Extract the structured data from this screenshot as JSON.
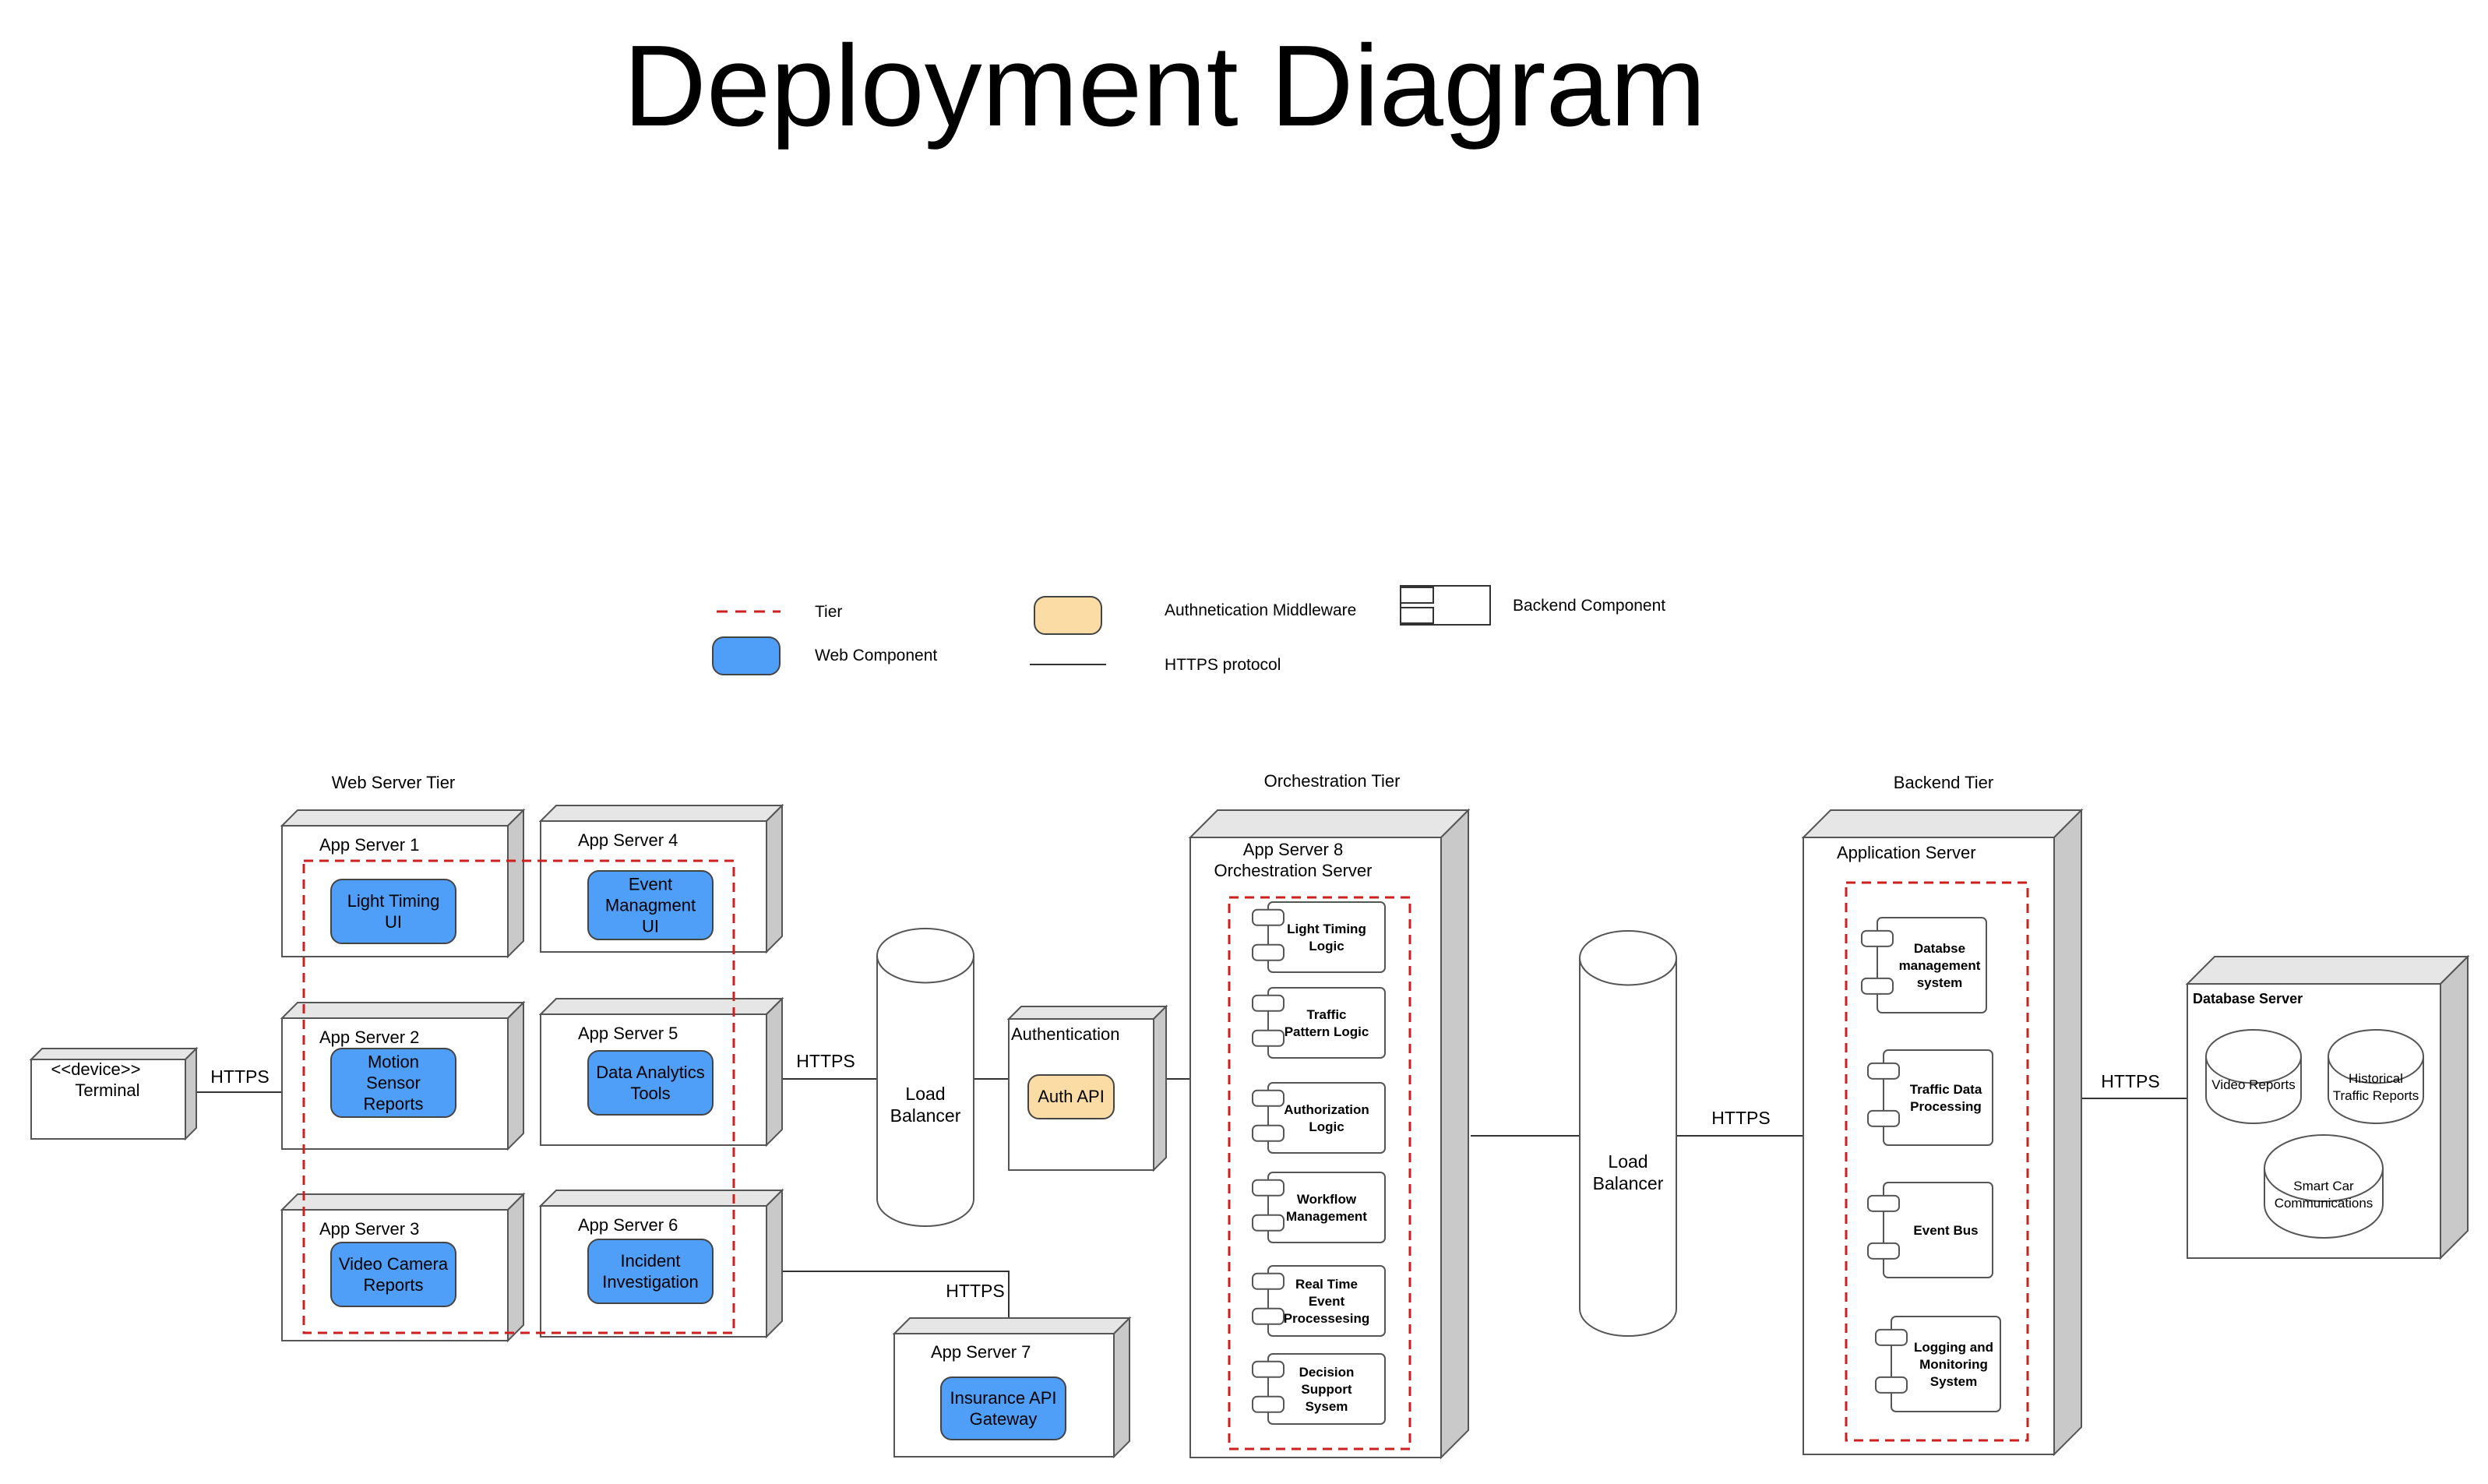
{
  "title": "Deployment Diagram",
  "colors": {
    "web_component": "#4f9ef8",
    "auth_component": "#fcdca5",
    "tier_border": "#cc1f1f",
    "node_side": "#c9c9c9",
    "node_top": "#e6e6e6",
    "line": "#333333"
  },
  "legend": {
    "tier": "Tier",
    "web_component": "Web Component",
    "auth_middleware": "Authnetication Middleware",
    "https_protocol": "HTTPS protocol",
    "backend_component": "Backend Component"
  },
  "tiers": {
    "web": "Web Server Tier",
    "orchestration": "Orchestration Tier",
    "backend": "Backend Tier"
  },
  "terminal": {
    "stereotype": "<<device>>",
    "name": "Terminal"
  },
  "app_servers": {
    "s1": {
      "name": "App Server 1",
      "component": [
        "Light Timing",
        "UI"
      ]
    },
    "s2": {
      "name": "App Server 2",
      "component": [
        "Motion",
        "Sensor",
        "Reports"
      ]
    },
    "s3": {
      "name": "App Server 3",
      "component": [
        "Video Camera",
        "Reports"
      ]
    },
    "s4": {
      "name": "App Server 4",
      "component": [
        "Event",
        "Managment",
        "UI"
      ]
    },
    "s5": {
      "name": "App Server 5",
      "component": [
        "Data Analytics",
        "Tools"
      ]
    },
    "s6": {
      "name": "App Server 6",
      "component": [
        "Incident",
        "Investigation"
      ]
    },
    "s7": {
      "name": "App Server 7",
      "component": [
        "Insurance API",
        "Gateway"
      ]
    }
  },
  "load_balancer_1": [
    "Load",
    "Balancer"
  ],
  "load_balancer_2": [
    "Load",
    "Balancer"
  ],
  "authentication": {
    "name": "Authentication",
    "component": "Auth API"
  },
  "orchestration_server": {
    "name": [
      "App Server 8",
      "Orchestration Server"
    ],
    "components": [
      [
        "Light Timing",
        "Logic"
      ],
      [
        "Traffic",
        "Pattern Logic"
      ],
      [
        "Authorization",
        "Logic"
      ],
      [
        "Workflow",
        "Management"
      ],
      [
        "Real Time",
        "Event",
        "Processesing"
      ],
      [
        "Decision",
        "Support",
        "Sysem"
      ]
    ]
  },
  "application_server": {
    "name": "Application Server",
    "components": [
      [
        "Databse",
        "management",
        "system"
      ],
      [
        "Traffic Data",
        "Processing"
      ],
      [
        "Event Bus"
      ],
      [
        "Logging and",
        "Monitoring",
        "System"
      ]
    ]
  },
  "database_server": {
    "name": "Database Server",
    "stores": [
      [
        "Video Reports"
      ],
      [
        "Historical",
        "Traffic Reports"
      ],
      [
        "Smart Car",
        "Communications"
      ]
    ]
  },
  "connections": {
    "terminal_web": "HTTPS",
    "web_lb": "HTTPS",
    "web_s7": "HTTPS",
    "lb2_backend": "HTTPS",
    "backend_db": "HTTPS"
  }
}
